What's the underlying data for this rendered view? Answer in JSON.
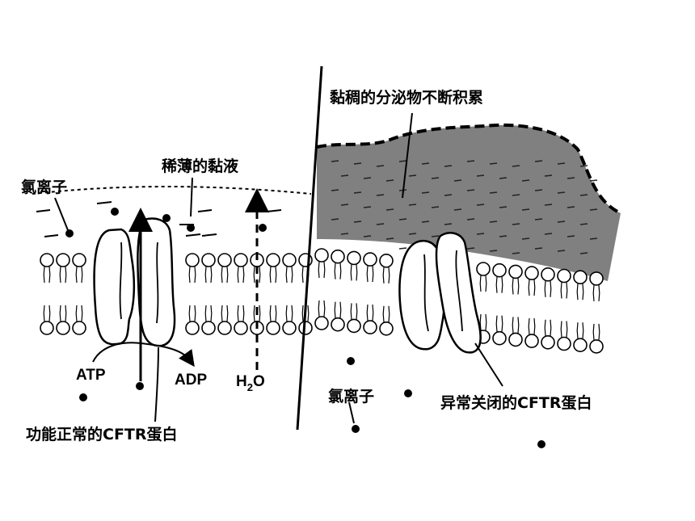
{
  "labels": {
    "thin_mucus": "稀薄的黏液",
    "chloride_left": "氯离子",
    "sticky_secretion": "黏稠的分泌物不断积累",
    "atp": "ATP",
    "adp": "ADP",
    "water_h": "H",
    "water_sub": "2",
    "water_o": "O",
    "chloride_right": "氯离子",
    "normal_cftr": "功能正常的CFTR蛋白",
    "abnormal_cftr": "异常关闭的CFTR蛋白"
  },
  "colors": {
    "ink": "#000000",
    "mucus_fill": "#808080",
    "background": "#ffffff"
  }
}
